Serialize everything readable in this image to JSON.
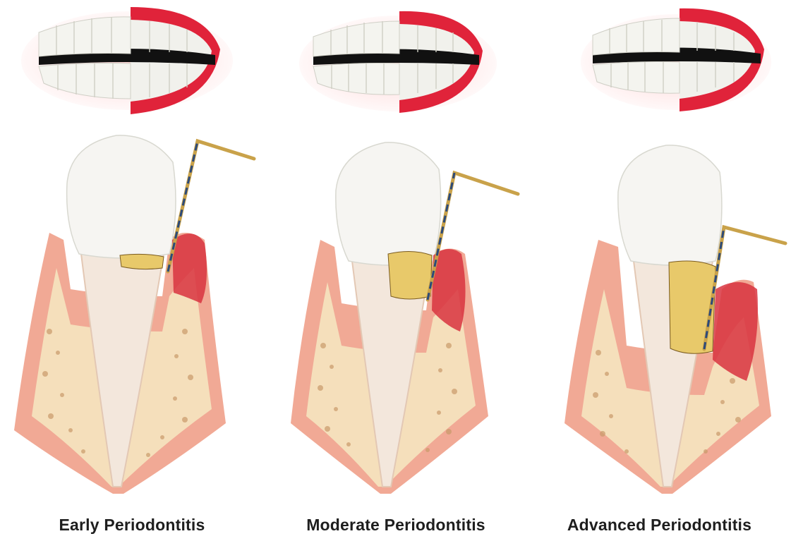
{
  "stages": [
    {
      "id": "early",
      "label": "Early Periodontitis"
    },
    {
      "id": "moderate",
      "label": "Moderate Periodontitis"
    },
    {
      "id": "advanced",
      "label": "Advanced Periodontitis"
    }
  ],
  "colors": {
    "enamel": "#f5f4f1",
    "root": "#f3e7dc",
    "gum": "#ef9a7f",
    "inflamed_gum": "#d8343f",
    "bone": "#f4ddb8",
    "bone_pores": "#c99a6a",
    "plaque": "#e8c96a",
    "lip": "#e0233a",
    "probe": "#2c4a7a"
  }
}
